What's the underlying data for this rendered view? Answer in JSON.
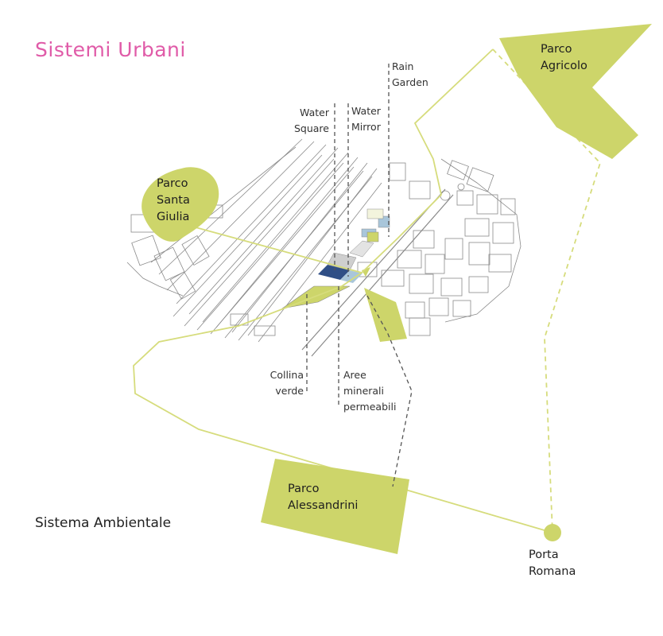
{
  "title": "Sistemi Urbani",
  "subtitle": "Sistema Ambientale",
  "colors": {
    "title": "#e05ba8",
    "park_fill": "#cdd56a",
    "route": "#d6dc7c",
    "map_lines": "#8a8a8a",
    "water": "#2f4f86",
    "water_light": "#a9c6da"
  },
  "parks": {
    "santa_giulia": "Parco\nSanta\nGiulia",
    "agricolo": "Parco\nAgricolo",
    "alessandrini": "Parco\nAlessandrini"
  },
  "node": {
    "label": "Porta\nRomana"
  },
  "callouts": {
    "rain_garden": "Rain\nGarden",
    "water_square": "Water\nSquare",
    "water_mirror": "Water\nMirror",
    "collina_verde": "Collina\nverde",
    "aree_minerali": "Aree\nminerali\npermeabili"
  }
}
